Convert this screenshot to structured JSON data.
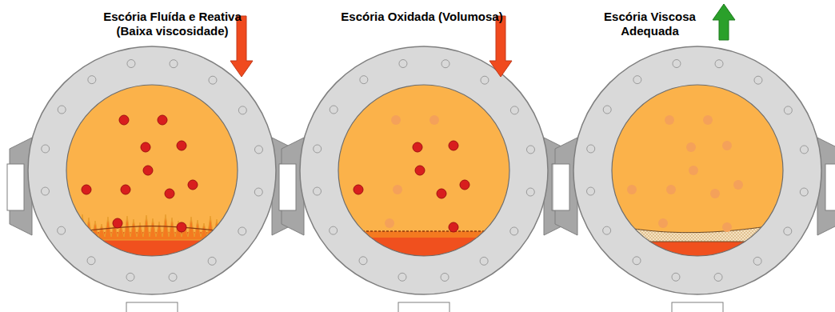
{
  "diagram": {
    "labels": [
      "Escória Fluída e Reativa (Baixa viscosidade)",
      "Escória Oxidada (Volumosa)",
      "Escória Viscosa Adequada"
    ]
  }
}
